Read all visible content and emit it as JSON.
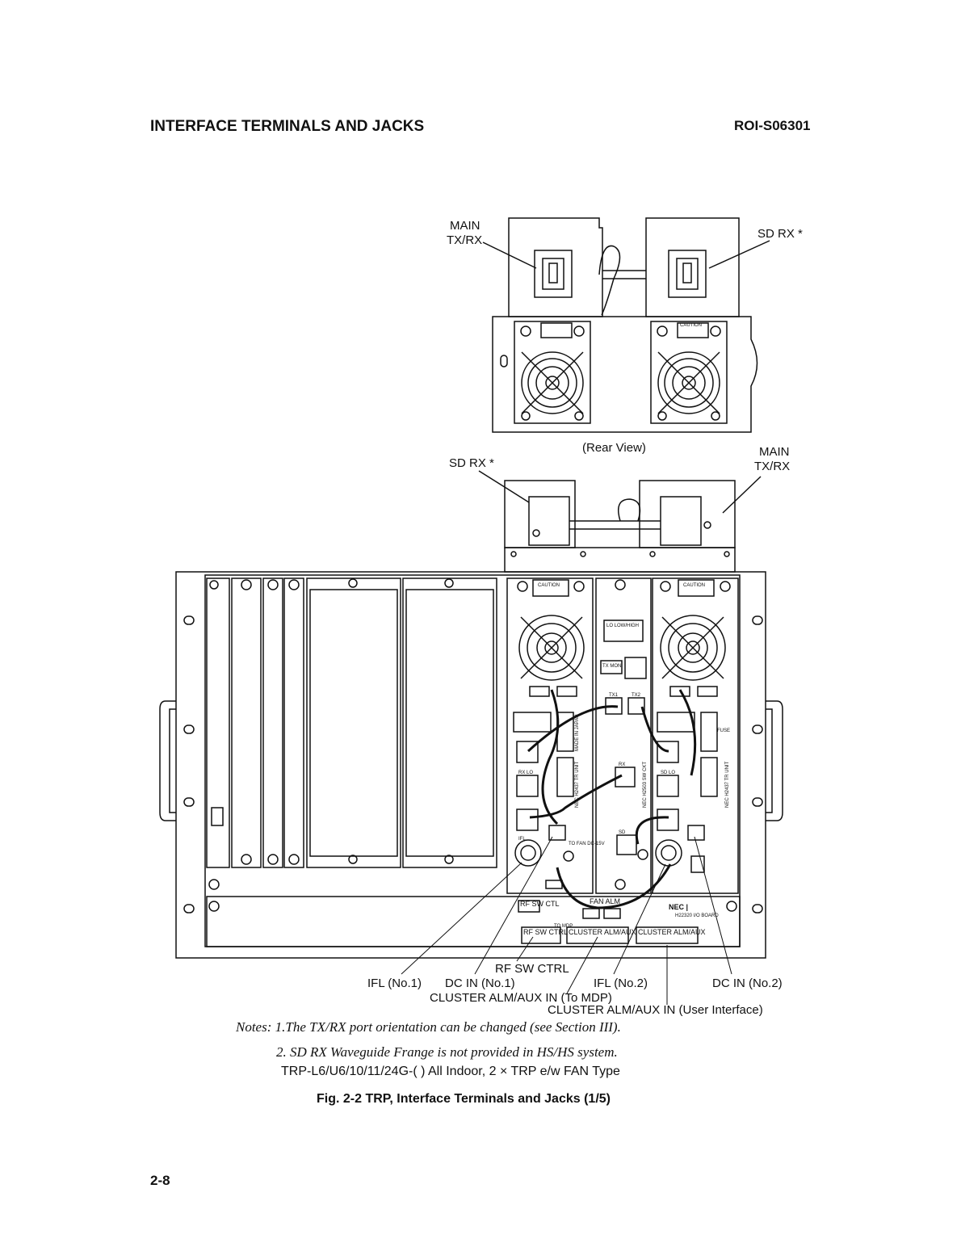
{
  "header": {
    "title": "INTERFACE TERMINALS AND JACKS",
    "doc_id": "ROI-S06301"
  },
  "labels": {
    "main_txrx_top": [
      "MAIN",
      "TX/RX"
    ],
    "sd_rx_top": "SD RX *",
    "rear_view": "(Rear View)",
    "sd_rx_bottom": "SD RX *",
    "main_txrx_bottom": [
      "MAIN",
      "TX/RX"
    ],
    "rf_sw_ctrl": "RF SW CTRL",
    "ifl_no1": "IFL (No.1)",
    "dc_in_no1": "DC IN (No.1)",
    "ifl_no2": "IFL (No.2)",
    "dc_in_no2": "DC IN (No.2)",
    "cluster_mdp": "CLUSTER ALM/AUX IN (To MDP)",
    "cluster_user": "CLUSTER ALM/AUX IN (User Interface)"
  },
  "panel_text": {
    "rf_sw_ctl": "RF SW CTL",
    "fan_alm": "FAN ALM",
    "to_mdp": "TO MDP",
    "rf_sw_ctrl_box": "RF SW CTRL",
    "cluster_box_1": "CLUSTER ALM/AUX",
    "cluster_box_2": "CLUSTER ALM/AUX",
    "nec_logo": "NEC | ",
    "board": "H22320 I/O BOARD",
    "caution": "CAUTION",
    "lo_high": "LO LOW/HIGH",
    "tx_mon": "TX MON",
    "tx1": "TX1",
    "tx2": "TX2",
    "rx": "RX",
    "sd": "SD",
    "ifl": "IFL",
    "rx_lo": "RX LO",
    "sd_lo": "SD LO",
    "tr_unit": "NEC H2437 TR UNIT",
    "sw_ckt": "NEC H2503 SW CKT",
    "made_in_japan": "MADE IN JAPAN",
    "to_fan": "TO FAN DC-15V",
    "fuse": "FUSE"
  },
  "notes": {
    "note1": "Notes: 1.The TX/RX port orientation can be changed (see Section III).",
    "note2": "2. SD RX Waveguide Frange is not provided in HS/HS system."
  },
  "model_line": "TRP-L6/U6/10/11/24G-( ) All Indoor, 2 × TRP e/w FAN Type",
  "caption": "Fig. 2-2  TRP, Interface Terminals and Jacks (1/5)",
  "page_number": "2-8"
}
